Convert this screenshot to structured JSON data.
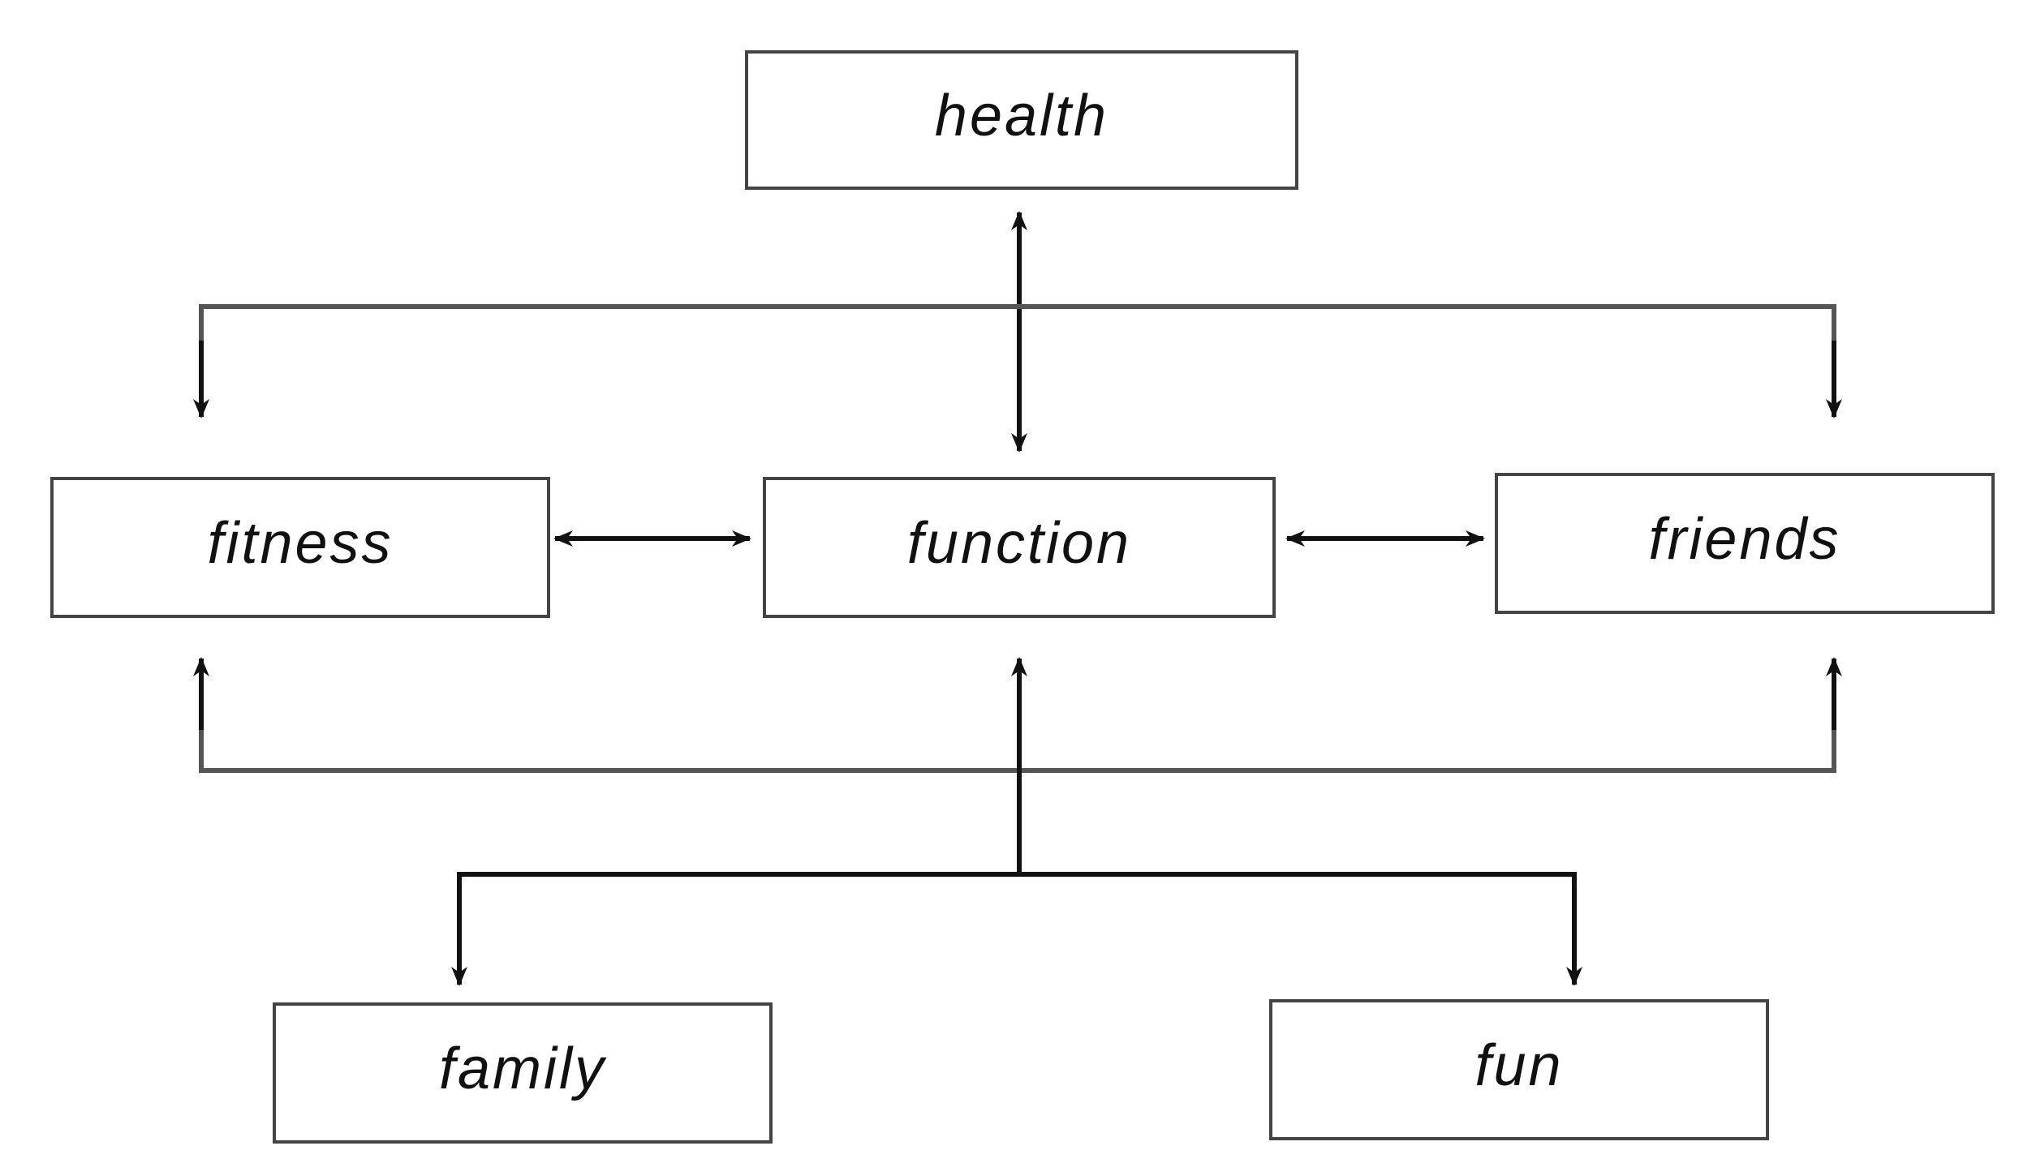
{
  "nodes": {
    "health": "health",
    "fitness": "fitness",
    "function": "function",
    "friends": "friends",
    "family": "family",
    "fun": "fun"
  },
  "colors": {
    "box_border": "#444444",
    "text": "#111111",
    "arrow": "#111111",
    "background": "#ffffff"
  }
}
